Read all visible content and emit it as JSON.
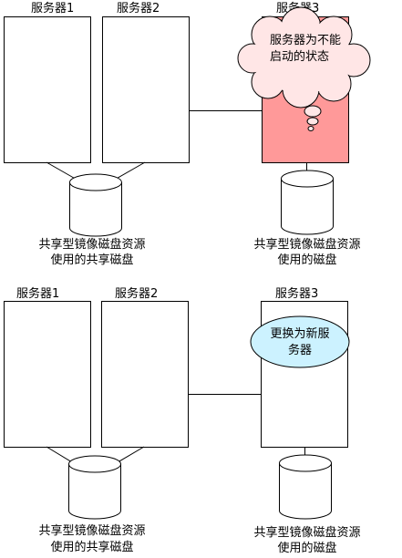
{
  "top": {
    "server1_label": "服务器1",
    "server2_label": "服务器2",
    "server3_label": "服务器3",
    "cloud_text": [
      "服务器为不能",
      "启动的状态"
    ],
    "shared_disk_caption": [
      "共享型镜像磁盘资源",
      "使用的共享磁盘"
    ],
    "disk3_caption": [
      "共享型镜像磁盘资源",
      "使用的磁盘"
    ],
    "failed_server_color": "#ff9999"
  },
  "bottom": {
    "server1_label": "服务器1",
    "server2_label": "服务器2",
    "server3_label": "服务器3",
    "ellipse_text": [
      "更换为新服",
      "务器"
    ],
    "shared_disk_caption": [
      "共享型镜像磁盘资源",
      "使用的共享磁盘"
    ],
    "disk3_caption": [
      "共享型镜像磁盘资源",
      "使用的磁盘"
    ],
    "new_server_color": "#ccf2ff"
  }
}
